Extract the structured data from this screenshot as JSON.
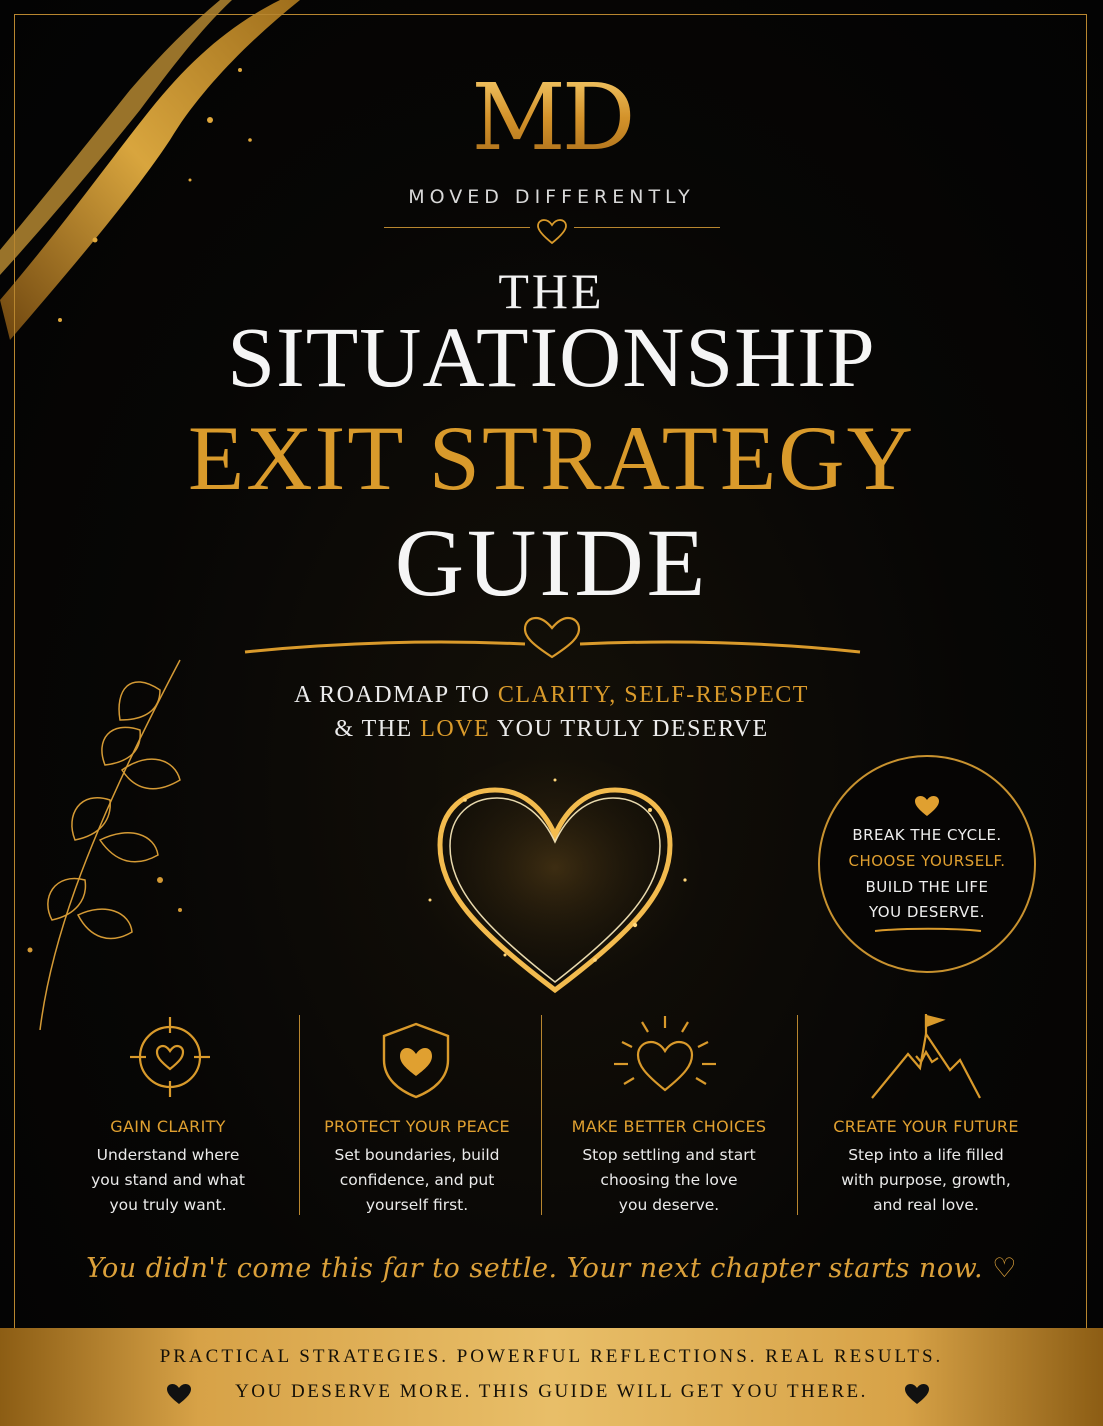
{
  "brand": {
    "logo": "MD",
    "name": "MOVED DIFFERENTLY"
  },
  "title": {
    "line1": "THE",
    "line2": "SITUATIONSHIP",
    "line3": "EXIT STRATEGY",
    "line4": "GUIDE"
  },
  "subtitle": {
    "l1_a": "A ROADMAP TO ",
    "l1_b": "CLARITY, SELF-RESPECT",
    "l2_a": "& THE ",
    "l2_b": "LOVE",
    "l2_c": " YOU TRULY DESERVE"
  },
  "badge": {
    "line1": "BREAK THE CYCLE.",
    "line2": "CHOOSE YOURSELF.",
    "line3": "BUILD THE LIFE",
    "line4": "YOU DESERVE."
  },
  "features": [
    {
      "icon": "target-heart-icon",
      "title": "GAIN CLARITY",
      "desc": [
        "Understand where",
        "you stand and what",
        "you truly want."
      ]
    },
    {
      "icon": "shield-heart-icon",
      "title": "PROTECT YOUR PEACE",
      "desc": [
        "Set boundaries, build",
        "confidence, and put",
        "yourself first."
      ]
    },
    {
      "icon": "radiant-heart-icon",
      "title": "MAKE BETTER CHOICES",
      "desc": [
        "Stop settling and start",
        "choosing the love",
        "you deserve."
      ]
    },
    {
      "icon": "mountain-flag-icon",
      "title": "CREATE YOUR FUTURE",
      "desc": [
        "Step into a life filled",
        "with purpose, growth,",
        "and real love."
      ]
    }
  ],
  "tagline": "You didn't come this far to settle. Your next chapter starts now. ♡",
  "banner": {
    "line1": "PRACTICAL STRATEGIES. POWERFUL REFLECTIONS. REAL RESULTS.",
    "line2": "YOU DESERVE MORE. THIS GUIDE WILL GET YOU THERE."
  },
  "colors": {
    "background": "#050505",
    "gold": "#d99a2b",
    "text": "#f2f2f2"
  }
}
